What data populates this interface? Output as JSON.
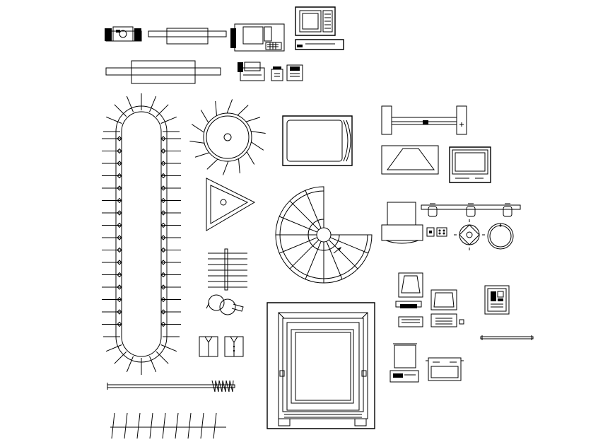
{
  "drawing": {
    "background": "#ffffff",
    "line_color": "#000000",
    "symbols": [
      "stereo-system",
      "shelf",
      "cash-register",
      "microwave-oven",
      "vcr",
      "long-shelf",
      "fax-machine",
      "telephone",
      "phone-base",
      "conveyor-belt",
      "round-table-chairs",
      "bathtub",
      "shower-bar",
      "triangle-table",
      "spiral-staircase",
      "tv-cabinet",
      "tv-set",
      "track-light",
      "copier",
      "outlets",
      "ceiling-fan",
      "round-table",
      "ladder-stair",
      "monitor",
      "computer-desk",
      "payphone",
      "rod",
      "shirts",
      "coat-hanger-rack",
      "elevator",
      "fence",
      "printer",
      "scanner"
    ]
  }
}
